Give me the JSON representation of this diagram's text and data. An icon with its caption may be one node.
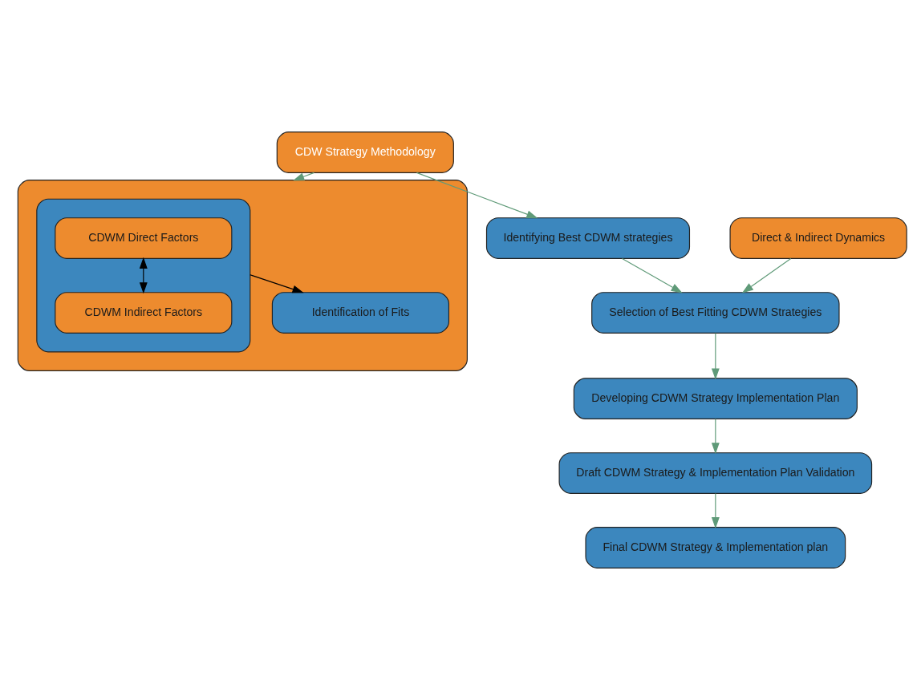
{
  "diagram": {
    "nodes": [
      {
        "text": [
          "CDW Strategy Methodology"
        ]
      },
      {
        "text": [],
        "shape": "box"
      },
      {
        "text": [],
        "shape": "box",
        "in": 1
      },
      {
        "text": [
          "CDWM Direct Factors"
        ],
        "in": 2
      },
      {
        "text": [
          "CDWM Indirect Factors"
        ],
        "in": 2
      },
      {
        "text": [
          "Identification of Fits"
        ],
        "in": 1
      },
      {
        "text": [
          "Direct & Indirect Dynamics"
        ]
      },
      {
        "text": [
          "Identifying Best CDWM strategies"
        ]
      },
      {
        "text": [
          "Selection of Best Fitting CDWM Strategies"
        ]
      },
      {
        "text": [
          "Developing CDWM Strategy Implementation Plan"
        ]
      },
      {
        "text": [
          "Draft CDWM Strategy & Implementation Plan Validation"
        ]
      },
      {
        "text": [
          "Final CDWM Strategy & Implementation plan"
        ]
      }
    ],
    "edges": [
      {
        "from": 0,
        "to": 1,
        "arrow": "to"
      },
      {
        "from": 0,
        "to": 7,
        "arrow": "to"
      },
      {
        "from": 3,
        "to": 4,
        "arrow": "both",
        "color": "#000000"
      },
      {
        "from": 2,
        "to": 5,
        "arrow": "to",
        "color": "#000000"
      },
      {
        "from": 7,
        "to": 8,
        "arrow": "to"
      },
      {
        "from": 6,
        "to": 8,
        "arrow": "to"
      },
      {
        "from": 8,
        "to": 9,
        "arrow": "to"
      },
      {
        "from": 9,
        "to": 10,
        "arrow": "to"
      },
      {
        "from": 10,
        "to": 11,
        "arrow": "to"
      }
    ]
  }
}
